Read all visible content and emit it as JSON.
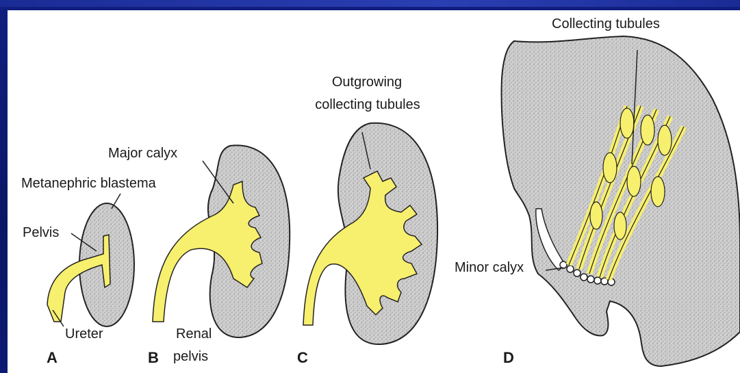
{
  "panels": {
    "a": {
      "letter": "A",
      "labels": {
        "metanephric_blastema": "Metanephric blastema",
        "pelvis": "Pelvis",
        "ureter": "Ureter"
      }
    },
    "b": {
      "letter": "B",
      "labels": {
        "major_calyx": "Major calyx",
        "renal_pelvis_line1": "Renal",
        "renal_pelvis_line2": "pelvis"
      }
    },
    "c": {
      "letter": "C",
      "labels": {
        "outgrowing_line1": "Outgrowing",
        "outgrowing_line2": "collecting tubules"
      }
    },
    "d": {
      "letter": "D",
      "labels": {
        "collecting_tubules": "Collecting tubules",
        "minor_calyx": "Minor calyx"
      }
    }
  },
  "colors": {
    "background": "#0c1a6e",
    "tissue": "#c9c9c9",
    "duct": "#f7ef6e",
    "outline": "#222222"
  }
}
